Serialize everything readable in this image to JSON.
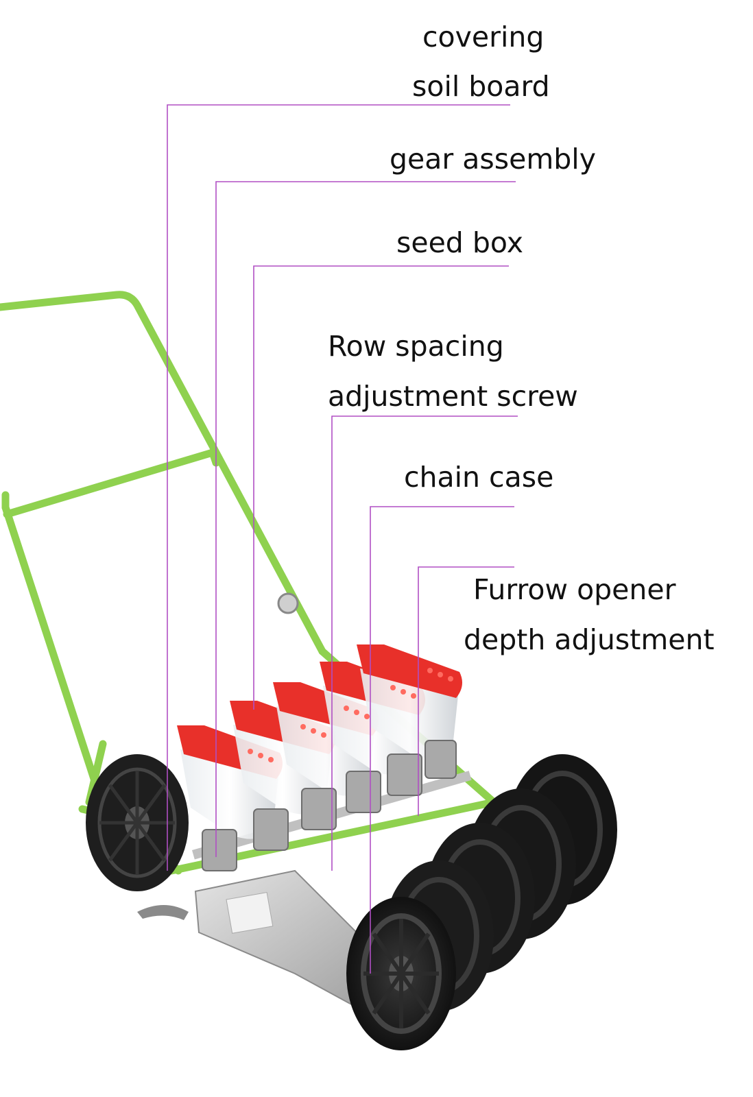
{
  "labels": {
    "covering_line1": "covering",
    "covering_line2": "soil board",
    "gear": "gear assembly",
    "seed_box": "seed box",
    "row_line1": "Row spacing",
    "row_line2": "adjustment screw",
    "chain": "chain case",
    "furrow_line1": "Furrow opener",
    "furrow_line2": "depth adjustment"
  },
  "colors": {
    "leader_line": "#b04fc4",
    "frame_green": "#8fd14f",
    "hopper_red": "#e8302a",
    "wheel_black": "#1c1c1c",
    "metal_gray": "#b8b8b8"
  }
}
